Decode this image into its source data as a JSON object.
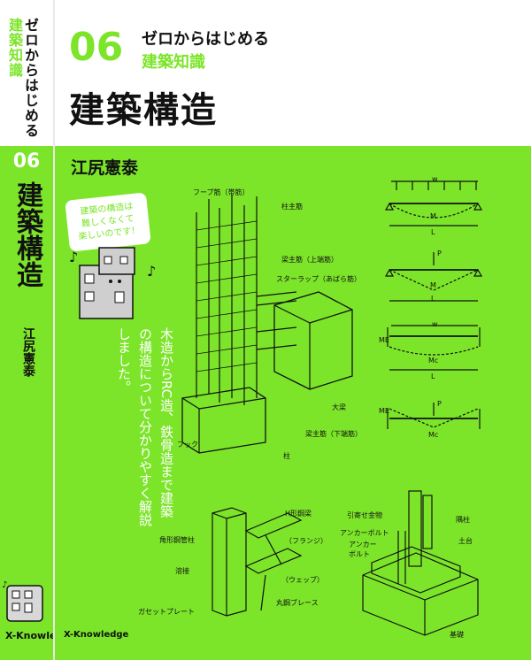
{
  "spine": {
    "series_line1": "ゼロからはじめる",
    "series_line2": "建築知識",
    "number": "06",
    "title": "建築構造",
    "author": "江尻憲泰",
    "publisher_logo": "X-Knowledge"
  },
  "cover": {
    "number": "06",
    "series_line1": "ゼロからはじめる",
    "series_line2": "建築知識",
    "title": "建築構造",
    "author": "江尻憲泰",
    "bubble_text": "建築の構造は\n難しくなくて\n楽しいのです！",
    "tagline": "木造からRC造、鉄骨造まで建築の構造について分かりやすく解説しました。",
    "publisher_logo": "X-Knowledge"
  },
  "labels": {
    "hoop": "フープ筋（帯筋）",
    "main_bar": "柱主筋",
    "beam_top": "梁主筋（上端筋）",
    "stirrup": "スターラップ（あばら筋）",
    "big_beam": "大梁",
    "beam_bottom": "梁主筋（下端筋）",
    "hook": "フック",
    "column": "柱",
    "h_beam": "H形鋼梁",
    "flange": "（フランジ）",
    "web": "（ウェッブ）",
    "square_col": "角形鋼管柱",
    "weld": "溶接",
    "brace": "丸鋼ブレース",
    "gusset": "ガセットプレート",
    "hardware": "引寄せ金物",
    "anchor_bolt": "アンカーボルト",
    "anchor_bolt2": "アンカー\nボルト",
    "stud": "隅柱",
    "sill": "土台",
    "foundation": "基礎"
  },
  "beam_diagrams": {
    "w": "w",
    "p": "P",
    "m": "M",
    "l": "L",
    "mc": "Mc",
    "me": "ME"
  },
  "colors": {
    "green": "#7ce52a",
    "dark": "#111111",
    "white": "#ffffff"
  }
}
